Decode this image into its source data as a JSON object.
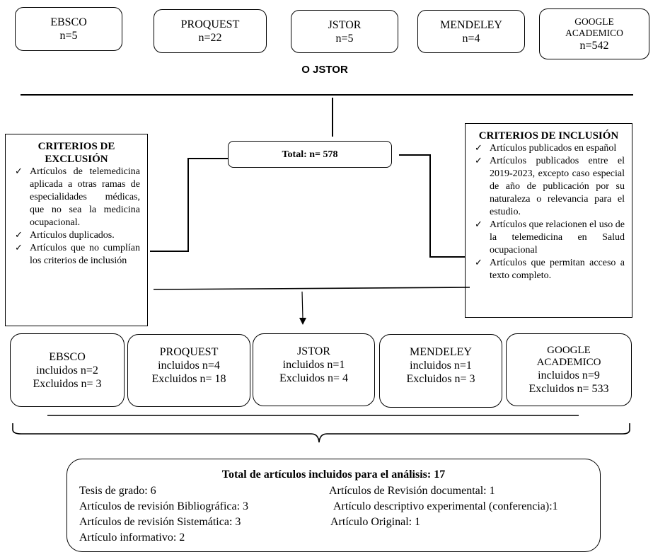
{
  "sources": [
    {
      "name": "EBSCO",
      "count": "n=5"
    },
    {
      "name": "PROQUEST",
      "count": "n=22"
    },
    {
      "name": "JSTOR",
      "count": "n=5"
    },
    {
      "name": "MENDELEY",
      "count": "n=4"
    },
    {
      "name_line1": "GOOGLE",
      "name_line2": "ACADEMICO",
      "count": "n=542"
    }
  ],
  "or_label": "O JSTOR",
  "total": "Total: n= 578",
  "exclusion": {
    "title": "CRITERIOS DE EXCLUSIÓN",
    "items": [
      "Artículos de telemedicina aplicada a otras ramas de especialidades médicas, que no sea la medicina ocupacional.",
      "Artículos duplicados.",
      "Artículos que no cumplían los criterios de inclusión"
    ]
  },
  "inclusion": {
    "title": "CRITERIOS DE INCLUSIÓN",
    "items": [
      "Artículos publicados en español",
      "Artículos publicados entre el 2019-2023, excepto caso especial de año de publicación por su naturaleza o relevancia para el estudio.",
      "Artículos que relacionen el uso de la telemedicina en Salud ocupacional",
      "Artículos que permitan acceso a texto completo."
    ]
  },
  "results": [
    {
      "name": "EBSCO",
      "included": "incluidos n=2",
      "excluded": "Excluidos n= 3"
    },
    {
      "name": "PROQUEST",
      "included": "incluidos n=4",
      "excluded": "Excluidos n= 18"
    },
    {
      "name": "JSTOR",
      "included": "incluidos n=1",
      "excluded": "Excluidos n= 4"
    },
    {
      "name": "MENDELEY",
      "included": "incluidos n=1",
      "excluded": "Excluidos n= 3"
    },
    {
      "name_line1": "GOOGLE",
      "name_line2": "ACADEMICO",
      "included": "incluidos n=9",
      "excluded": "Excluidos n= 533"
    }
  ],
  "final": {
    "title": "Total de artículos incluidos para el análisis: 17",
    "left": [
      "Tesis de grado: 6",
      "Artículos de revisión Bibliográfica: 3",
      "Artículos de revisión Sistemática: 3",
      "Artículo informativo: 2"
    ],
    "right": [
      "Artículos de Revisión documental: 1",
      "Artículo descriptivo experimental (conferencia):1",
      "Artículo Original: 1"
    ]
  },
  "colors": {
    "stroke": "#000000",
    "background": "#ffffff"
  }
}
